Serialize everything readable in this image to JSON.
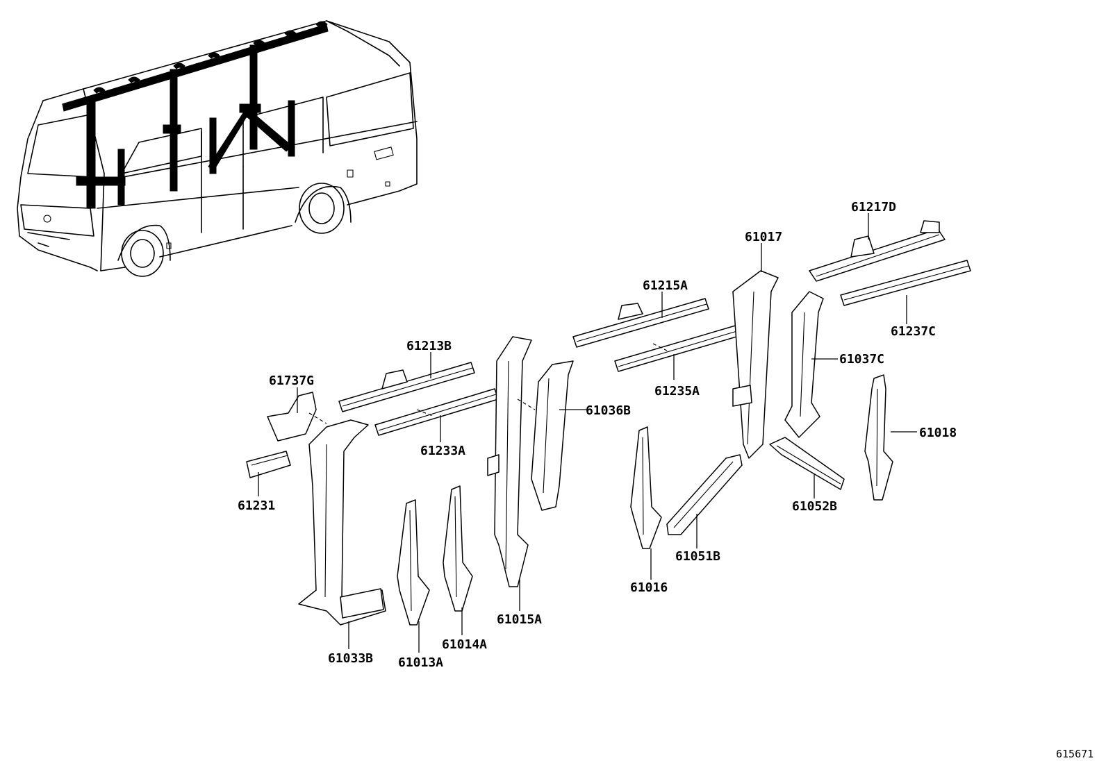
{
  "diagram": {
    "id_code": "615671",
    "parts": [
      {
        "number": "61217D"
      },
      {
        "number": "61017"
      },
      {
        "number": "61215A"
      },
      {
        "number": "61237C"
      },
      {
        "number": "61213B"
      },
      {
        "number": "61037C"
      },
      {
        "number": "61737G"
      },
      {
        "number": "61036B"
      },
      {
        "number": "61235A"
      },
      {
        "number": "61233A"
      },
      {
        "number": "61018"
      },
      {
        "number": "61231"
      },
      {
        "number": "61052B"
      },
      {
        "number": "61051B"
      },
      {
        "number": "61016"
      },
      {
        "number": "61015A"
      },
      {
        "number": "61014A"
      },
      {
        "number": "61033B"
      },
      {
        "number": "61013A"
      }
    ]
  }
}
